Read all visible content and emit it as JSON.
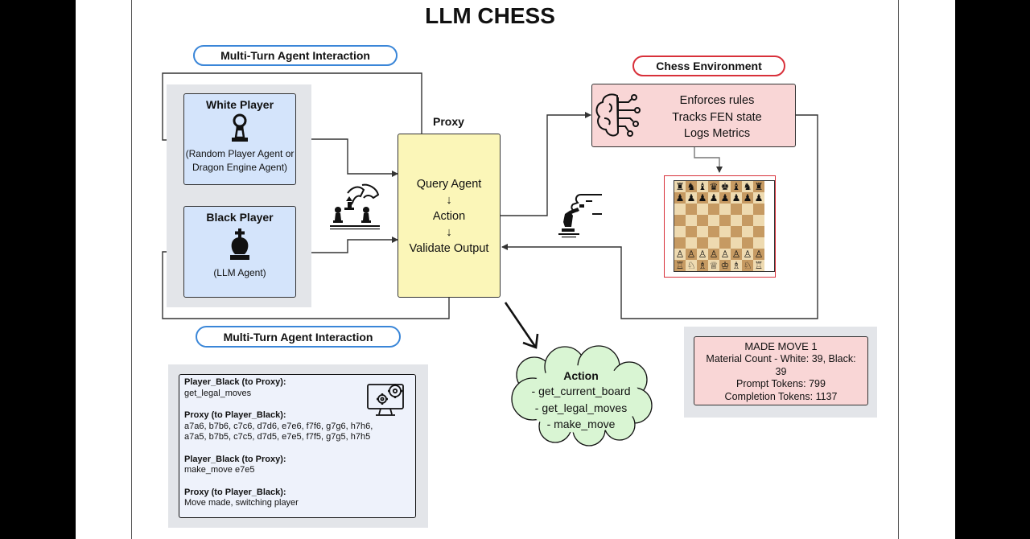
{
  "title": "LLM CHESS",
  "labels": {
    "top_interaction": "Multi-Turn Agent Interaction",
    "bottom_interaction": "Multi-Turn Agent Interaction",
    "environment": "Chess Environment",
    "proxy": "Proxy"
  },
  "white_player": {
    "title": "White Player",
    "desc_line1": "(Random Player Agent or",
    "desc_line2": "Dragon Engine Agent)"
  },
  "black_player": {
    "title": "Black Player",
    "desc": "(LLM Agent)"
  },
  "proxy_box": {
    "step1": "Query Agent",
    "arrow1": "↓",
    "step2": "Action",
    "arrow2": "↓",
    "step3": "Validate Output"
  },
  "environment_box": {
    "line1": "Enforces rules",
    "line2": "Tracks FEN state",
    "line3": "Logs Metrics"
  },
  "stats": {
    "title": "MADE MOVE 1",
    "line1": "Material Count - White: 39, Black:",
    "line2": "39",
    "line3": "Prompt Tokens: 799",
    "line4": "Completion Tokens: 1137"
  },
  "action_cloud": {
    "title": "Action",
    "item1": "- get_current_board",
    "item2": "- get_legal_moves",
    "item3": "-  make_move"
  },
  "log": {
    "m1_speaker": "Player_Black (to Proxy):",
    "m1_text": "get_legal_moves",
    "m2_speaker": "Proxy (to Player_Black):",
    "m2_line1": "a7a6, b7b6, c7c6, d7d6, e7e6, f7f6, g7g6, h7h6,",
    "m2_line2": "a7a5, b7b5, c7c5, d7d5, e7e5, f7f5, g7g5, h7h5",
    "m3_speaker": "Player_Black (to Proxy):",
    "m3_text": "make_move e7e5",
    "m4_speaker": "Proxy (to Player_Black):",
    "m4_text": "Move made, switching player"
  },
  "icons": {
    "white_player": "chess-pawn-icon",
    "black_player": "chess-king-icon",
    "hand_moving_piece": "hand-moving-piece-icon",
    "hand_capturing_piece": "hand-capturing-piece-icon",
    "brain_circuit": "brain-circuit-icon",
    "monitor_gears": "monitor-gears-icon"
  },
  "colors": {
    "player_fill": "#d4e4fb",
    "proxy_fill": "#fbf6b8",
    "environment_fill": "#f9d6d6",
    "cloud_fill": "#d9f5d3",
    "blue_outline": "#3a86d8",
    "red_outline": "#d8303a"
  }
}
